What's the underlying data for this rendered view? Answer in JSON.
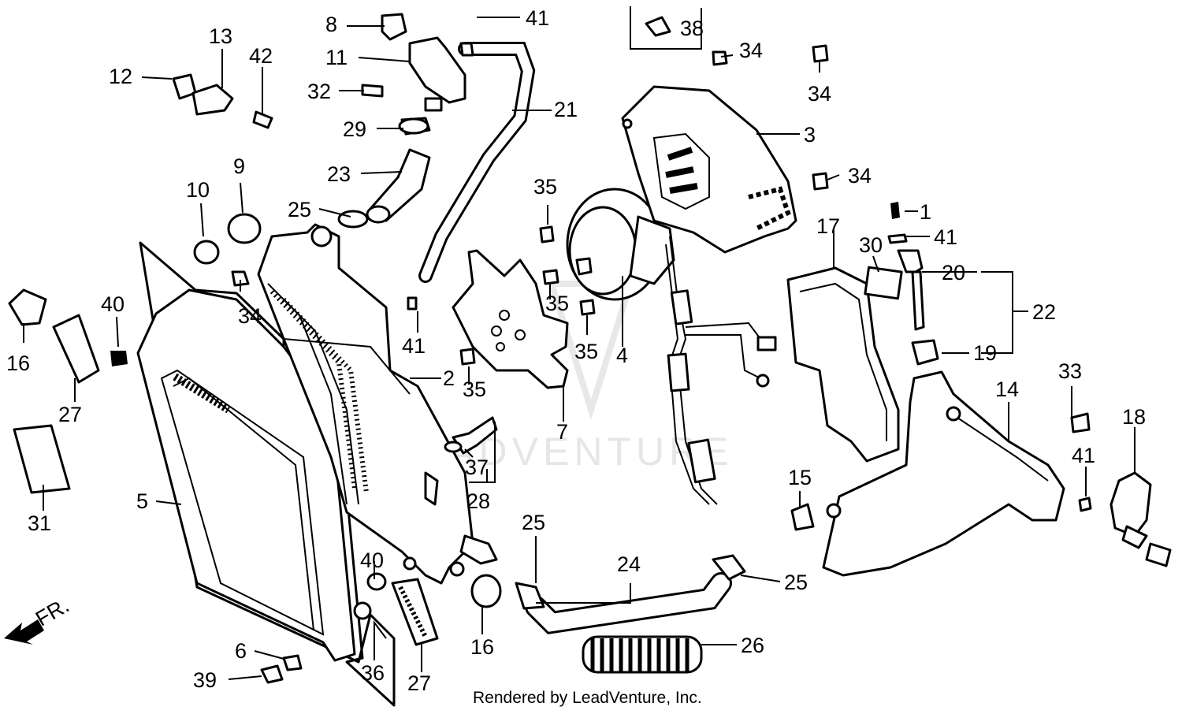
{
  "watermark": "LEADVENTURE",
  "footer_text": "Rendered by LeadVenture, Inc.",
  "front_arrow_label": "FR.",
  "callouts": {
    "c1": "1",
    "c2": "2",
    "c3": "3",
    "c4": "4",
    "c5": "5",
    "c6": "6",
    "c7": "7",
    "c8": "8",
    "c9": "9",
    "c10": "10",
    "c11": "11",
    "c12": "12",
    "c13": "13",
    "c14": "14",
    "c15": "15",
    "c16a": "16",
    "c16b": "16",
    "c17": "17",
    "c18": "18",
    "c19": "19",
    "c20": "20",
    "c21": "21",
    "c22": "22",
    "c23": "23",
    "c24": "24",
    "c25a": "25",
    "c25b": "25",
    "c25c": "25",
    "c26": "26",
    "c27a": "27",
    "c27b": "27",
    "c28": "28",
    "c29": "29",
    "c30": "30",
    "c31": "31",
    "c32": "32",
    "c33": "33",
    "c34a": "34",
    "c34b": "34",
    "c34c": "34",
    "c34d": "34",
    "c35a": "35",
    "c35b": "35",
    "c35c": "35",
    "c35d": "35",
    "c36": "36",
    "c37": "37",
    "c38": "38",
    "c39": "39",
    "c40a": "40",
    "c40b": "40",
    "c41a": "41",
    "c41b": "41",
    "c41c": "41",
    "c41d": "41",
    "c42": "42"
  }
}
